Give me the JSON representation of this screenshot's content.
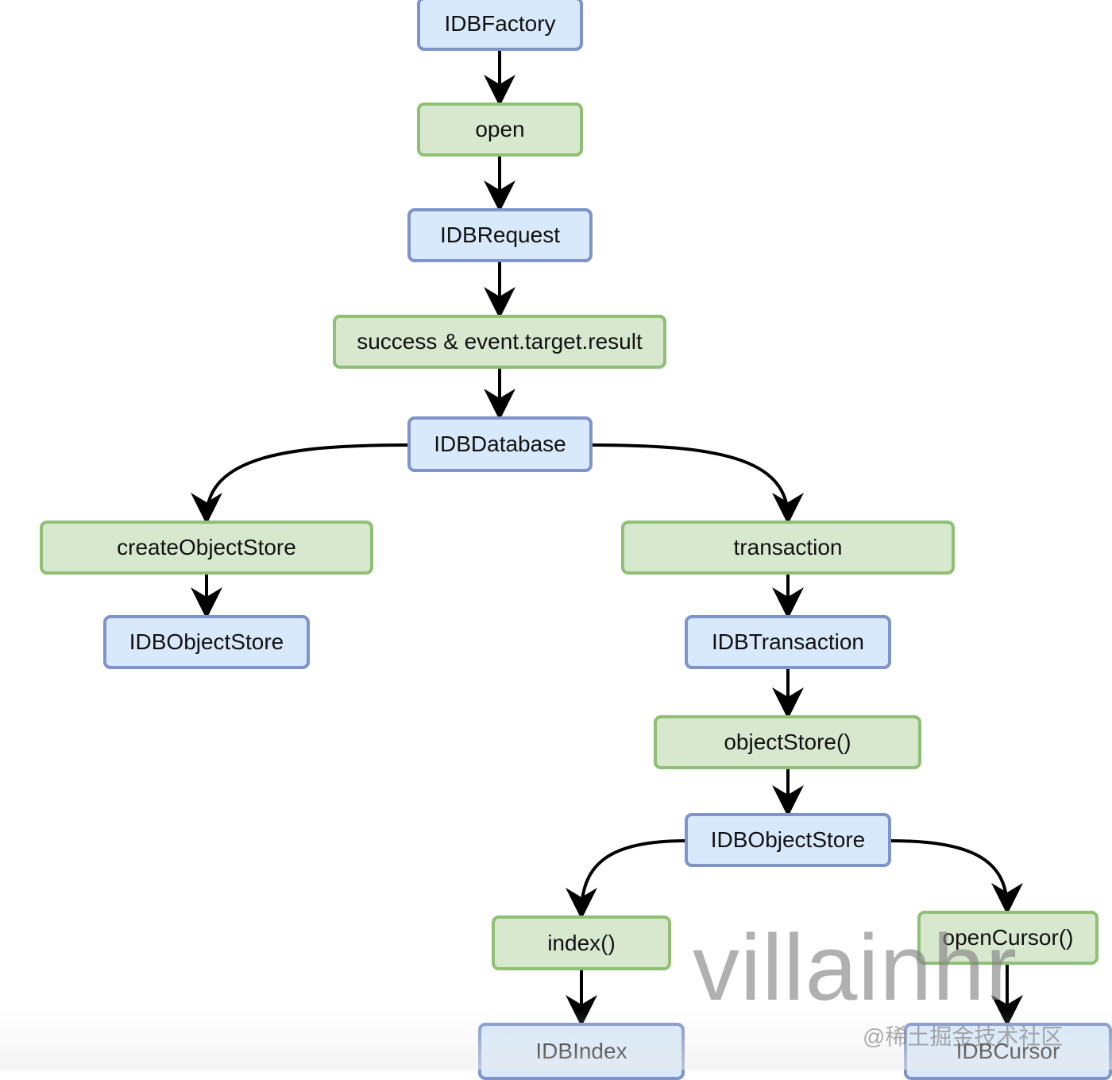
{
  "nodes": {
    "idb_factory": "IDBFactory",
    "open": "open",
    "idb_request": "IDBRequest",
    "success": "success & event.target.result",
    "idb_database": "IDBDatabase",
    "create_object_store": "createObjectStore",
    "idb_object_store_left": "IDBObjectStore",
    "transaction": "transaction",
    "idb_transaction": "IDBTransaction",
    "object_store_method": "objectStore()",
    "idb_object_store_right": "IDBObjectStore",
    "index_method": "index()",
    "idb_index": "IDBIndex",
    "open_cursor": "openCursor()",
    "idb_cursor": "IDBCursor"
  },
  "colors": {
    "object_fill": "#d8e9fb",
    "object_border": "#7f94c8",
    "method_fill": "#d7e8cf",
    "method_border": "#8fc075",
    "arrow": "#000000"
  },
  "watermark": {
    "main": "villainhr",
    "sub": "@稀土掘金技术社区"
  }
}
